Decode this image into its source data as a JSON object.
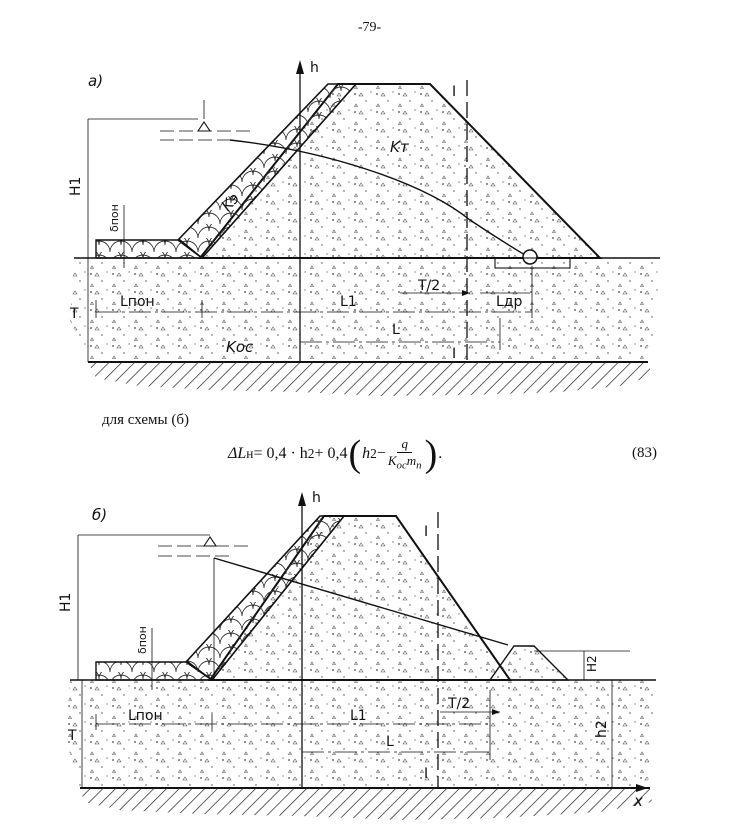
{
  "page_number": "-79-",
  "caption": "для схемы (б)",
  "formula": {
    "lhs": "ΔL",
    "lhs_sub": "н",
    "eq": " = 0,4 · h",
    "h_sub": "2",
    "plus": " + 0,4",
    "inner_h": "h",
    "inner_sub": "2",
    "minus": " − ",
    "numerator": "q",
    "den_k": "K",
    "den_k_sub": "ос",
    "den_m": "m",
    "den_m_sub": "п",
    "dot": "."
  },
  "equation_number": "(83)",
  "diagram_a": {
    "panel": "а)",
    "axis_h": "h",
    "section": "I",
    "section_bottom": "I",
    "H1": "H1",
    "delta": "δпон",
    "Km": "Kт",
    "Ke": "Kэ",
    "T": "T",
    "T2": "T/2",
    "Lpon": "Lпон",
    "L1": "L1",
    "Ldr": "Lдр",
    "L": "L",
    "Kos": "Kос"
  },
  "diagram_b": {
    "panel": "б)",
    "axis_h": "h",
    "axis_x": "x",
    "section": "I",
    "section_bottom": "I",
    "H1": "H1",
    "delta": "δпон",
    "H2": "H2",
    "T": "T",
    "T2": "T/2",
    "Lpon": "Lпон",
    "L1": "L1",
    "L": "L",
    "h2": "h2"
  }
}
